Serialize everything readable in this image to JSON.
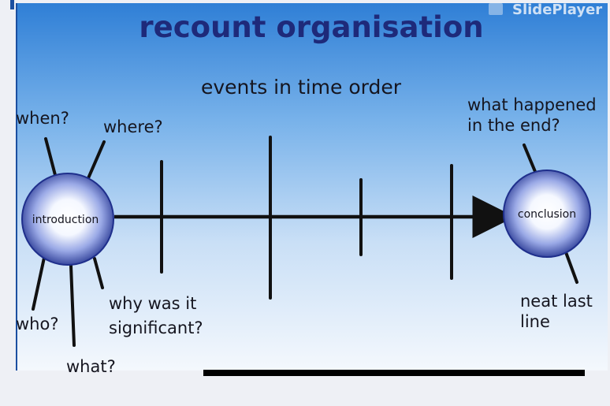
{
  "slide": {
    "title": "recount organisation",
    "subtitle": "events in time order",
    "watermark": "SlidePlayer"
  },
  "nodes": {
    "start_label": "introduction",
    "end_label": "conclusion"
  },
  "questions": {
    "when": "when?",
    "where": "where?",
    "who": "who?",
    "what": "what?",
    "significance_line1": "why was it",
    "significance_line2": "significant?",
    "ending_line1": "what happened",
    "ending_line2": "in the end?",
    "last_line1": "neat last",
    "last_line2": "line"
  },
  "colors": {
    "title": "#1e2a7a",
    "accent_blue": "#2f7fd6",
    "node_fill": "#1f2f8c",
    "line": "#111111"
  }
}
